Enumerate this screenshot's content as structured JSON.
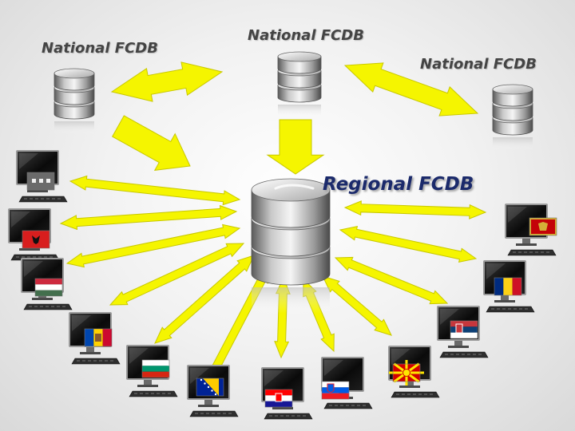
{
  "labels": {
    "national_left": "National FCDB",
    "national_center": "National FCDB",
    "national_right": "National FCDB",
    "regional": "Regional FCDB"
  },
  "colors": {
    "arrow_fill": "#f5f500",
    "arrow_stroke": "#c8c800",
    "regional_text": "#1b2a6b",
    "national_text": "#444444"
  },
  "databases": [
    {
      "role": "national-left",
      "icon": "database-icon"
    },
    {
      "role": "national-center",
      "icon": "database-icon"
    },
    {
      "role": "national-right",
      "icon": "database-icon"
    },
    {
      "role": "regional",
      "icon": "database-icon"
    }
  ],
  "computers": [
    {
      "flag": "unknown-dots",
      "icon": "computer-icon"
    },
    {
      "flag": "albania",
      "icon": "computer-icon"
    },
    {
      "flag": "hungary",
      "icon": "computer-icon"
    },
    {
      "flag": "moldova",
      "icon": "computer-icon"
    },
    {
      "flag": "bulgaria",
      "icon": "computer-icon"
    },
    {
      "flag": "bosnia-and-herzegovina",
      "icon": "computer-icon"
    },
    {
      "flag": "croatia",
      "icon": "computer-icon"
    },
    {
      "flag": "slovenia",
      "icon": "computer-icon"
    },
    {
      "flag": "macedonia",
      "icon": "computer-icon"
    },
    {
      "flag": "serbia",
      "icon": "computer-icon"
    },
    {
      "flag": "romania",
      "icon": "computer-icon"
    },
    {
      "flag": "montenegro",
      "icon": "computer-icon"
    }
  ]
}
